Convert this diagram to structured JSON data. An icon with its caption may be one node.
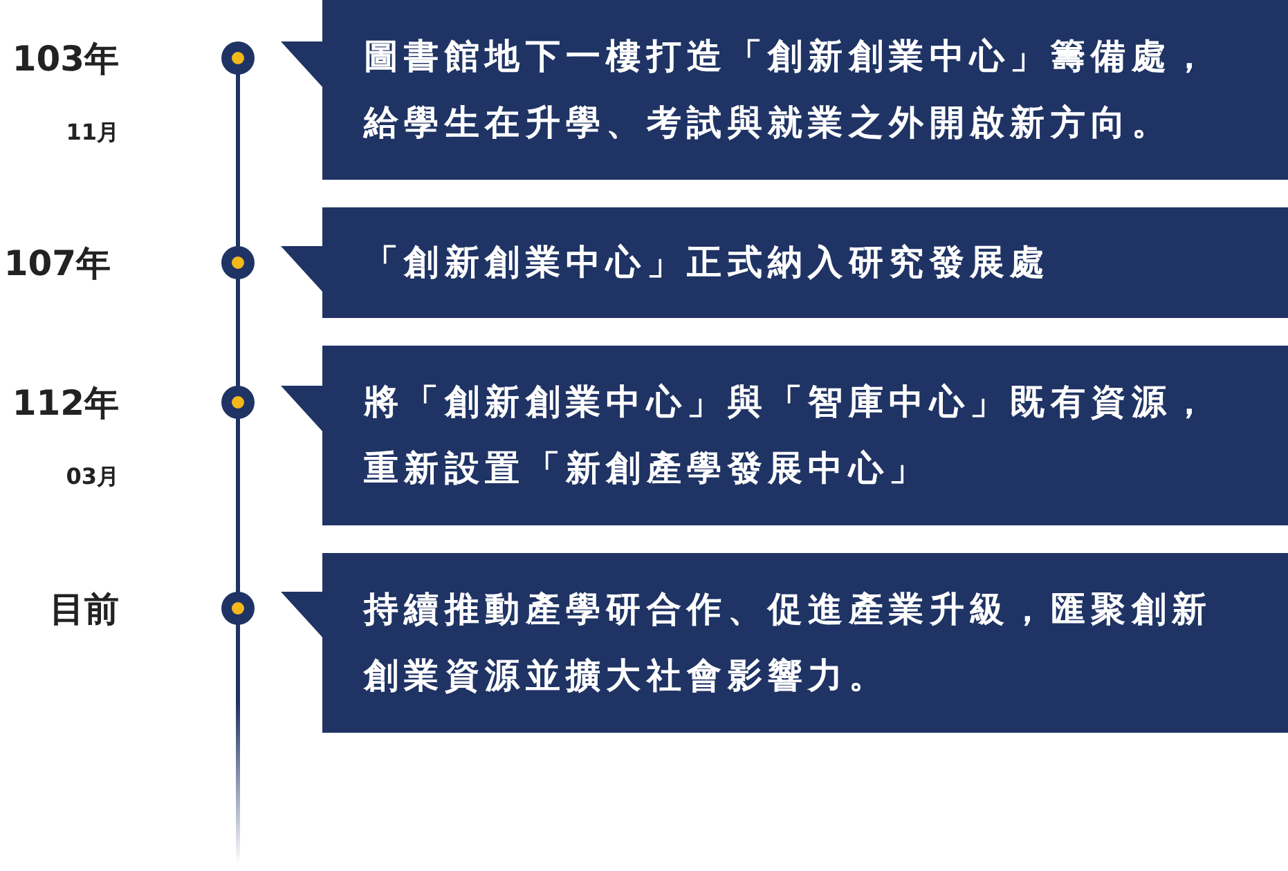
{
  "diagram": {
    "nodes": [
      {
        "text": [
          "圖書館地下一樓打造「創新創業中心」籌備處，給學生在升學、考試與就業之外開啟新方向。"
        ]
      },
      {
        "text": [
          "「創新創業中心」正式納入研究發展處"
        ]
      },
      {
        "text": [
          "將「創新創業中心」與「智庫中心」既有資源，重新設置「新創產學發展中心」"
        ]
      },
      {
        "text": [
          "持續推動產學研合作、促進產業升級，匯聚創新創業資源並擴大社會影響力。"
        ]
      }
    ],
    "labels": [
      "103年",
      "11月",
      "107年",
      "112年",
      "03月",
      "目前"
    ]
  }
}
